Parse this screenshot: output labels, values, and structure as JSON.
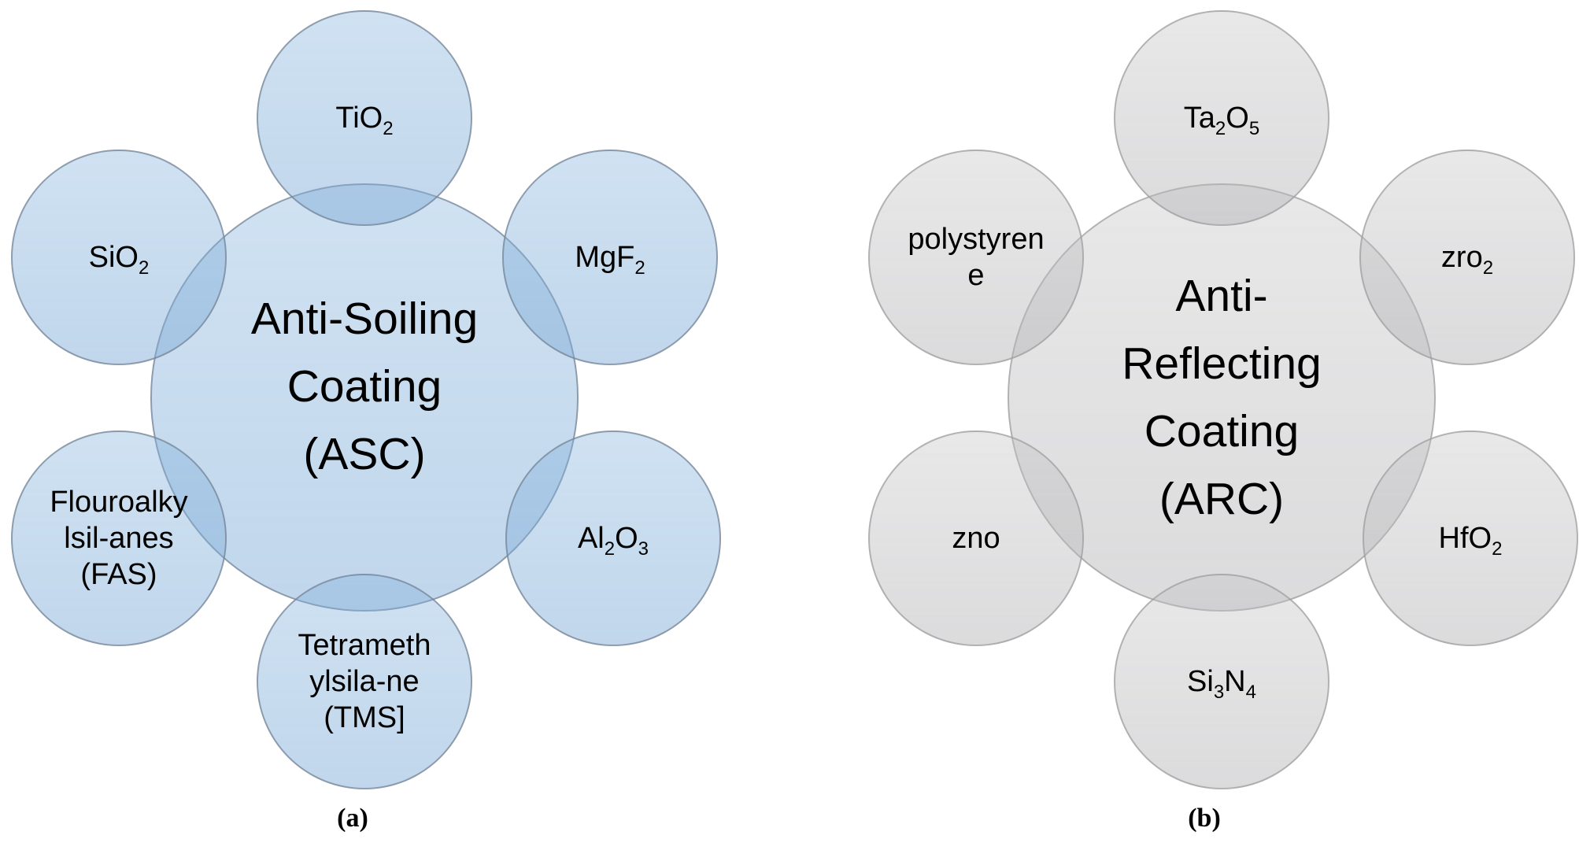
{
  "figure": {
    "background": "#ffffff",
    "text_color": "#000000"
  },
  "panels": [
    {
      "id": "asc",
      "caption": "(a)",
      "center_lines": [
        "Anti-Soiling",
        "Coating",
        "(ASC)"
      ],
      "theme": {
        "fill_top": "#82b2dc61",
        "fill_bottom": "#7daad77a",
        "border": "#72808fb0"
      },
      "satellites": [
        {
          "name": "TiO2",
          "lines": [
            [
              {
                "t": "TiO"
              },
              {
                "t": "2",
                "sub": true
              }
            ]
          ]
        },
        {
          "name": "SiO2",
          "lines": [
            [
              {
                "t": "SiO"
              },
              {
                "t": "2",
                "sub": true
              }
            ]
          ]
        },
        {
          "name": "MgF2",
          "lines": [
            [
              {
                "t": "MgF"
              },
              {
                "t": "2",
                "sub": true
              }
            ]
          ]
        },
        {
          "name": "FAS",
          "lines": [
            [
              {
                "t": "Flouroalky"
              }
            ],
            [
              {
                "t": "lsil-anes"
              }
            ],
            [
              {
                "t": "(FAS)"
              }
            ]
          ]
        },
        {
          "name": "Al2O3",
          "lines": [
            [
              {
                "t": "Al"
              },
              {
                "t": "2",
                "sub": true
              },
              {
                "t": "O"
              },
              {
                "t": "3",
                "sub": true
              }
            ]
          ]
        },
        {
          "name": "TMS",
          "lines": [
            [
              {
                "t": "Tetrameth"
              }
            ],
            [
              {
                "t": "ylsila-ne"
              }
            ],
            [
              {
                "t": "(TMS]"
              }
            ]
          ]
        }
      ]
    },
    {
      "id": "arc",
      "caption": "(b)",
      "center_lines": [
        "Anti-",
        "Reflecting",
        "Coating",
        "(ARC)"
      ],
      "theme": {
        "fill_top": "#c3c3c561",
        "fill_bottom": "#b4b4b77a",
        "border": "#9b9b9db0"
      },
      "satellites": [
        {
          "name": "Ta2O5",
          "lines": [
            [
              {
                "t": "Ta"
              },
              {
                "t": "2",
                "sub": true
              },
              {
                "t": "O"
              },
              {
                "t": "5",
                "sub": true
              }
            ]
          ]
        },
        {
          "name": "polystyrene",
          "lines": [
            [
              {
                "t": "polystyren"
              }
            ],
            [
              {
                "t": "e"
              }
            ]
          ]
        },
        {
          "name": "zro2",
          "lines": [
            [
              {
                "t": "zro"
              },
              {
                "t": "2",
                "sub": true
              }
            ]
          ]
        },
        {
          "name": "zno",
          "lines": [
            [
              {
                "t": "zno"
              }
            ]
          ]
        },
        {
          "name": "HfO2",
          "lines": [
            [
              {
                "t": "HfO"
              },
              {
                "t": "2",
                "sub": true
              }
            ]
          ]
        },
        {
          "name": "Si3N4",
          "lines": [
            [
              {
                "t": "Si"
              },
              {
                "t": "3",
                "sub": true
              },
              {
                "t": "N"
              },
              {
                "t": "4",
                "sub": true
              }
            ]
          ]
        }
      ]
    }
  ]
}
